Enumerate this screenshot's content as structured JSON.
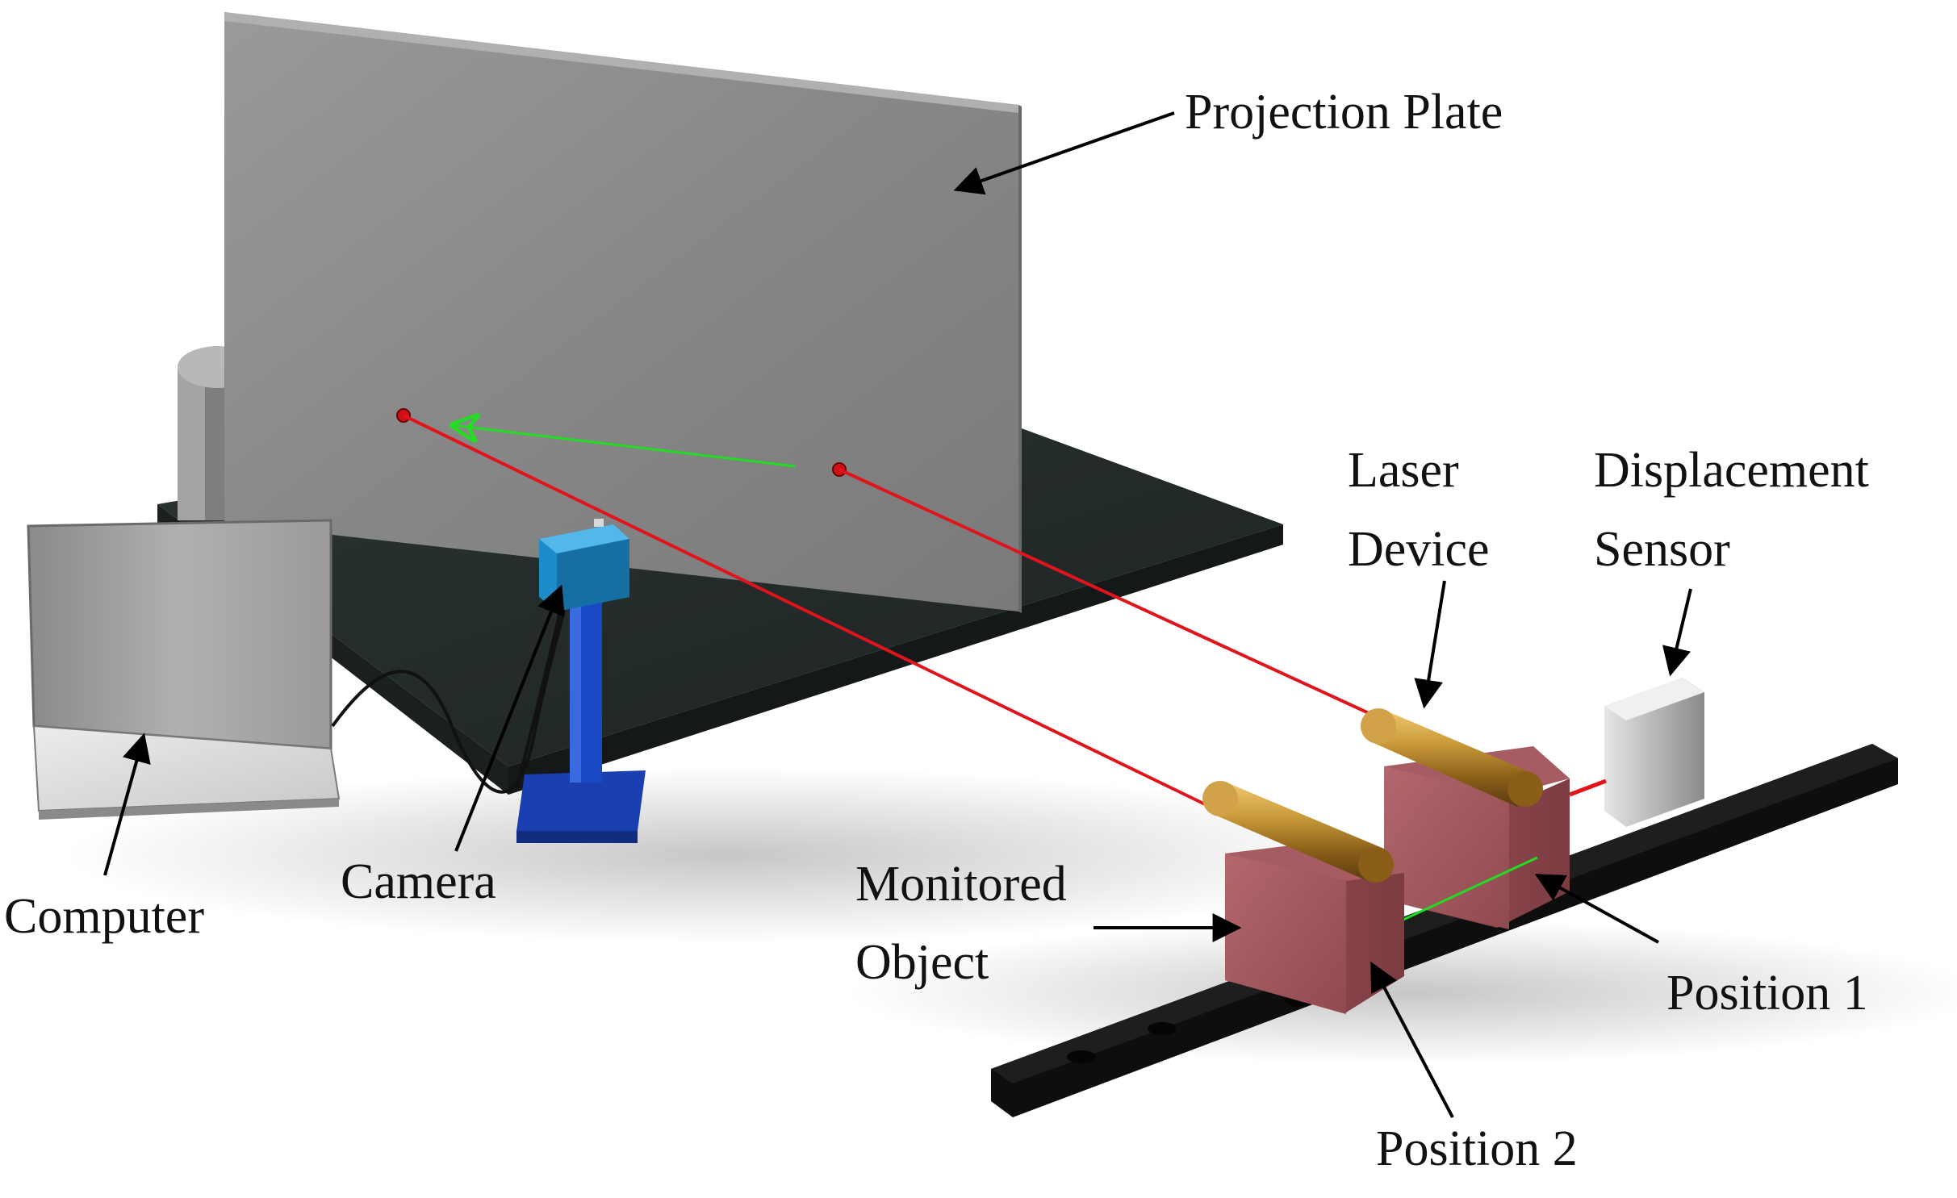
{
  "labels": {
    "projection_plate": "Projection Plate",
    "laser_device_line1": "Laser",
    "laser_device_line2": "Device",
    "displacement_sensor_line1": "Displacement",
    "displacement_sensor_line2": "Sensor",
    "monitored_object_line1": "Monitored",
    "monitored_object_line2": "Object",
    "camera": "Camera",
    "computer": "Computer",
    "position_1": "Position 1",
    "position_2": "Position 2"
  },
  "colors": {
    "laser_beam": "#e0141c",
    "displacement_arrow": "#22dd22",
    "plate": "#8c8c8c",
    "base_slab": "#232a2a",
    "rail": "#0e0e0e",
    "object_block": "#a85a60",
    "laser_cylinder": "#b8862a",
    "camera_body": "#1e8cc8",
    "camera_stand": "#1a3fb0",
    "sensor": "#b4b4b4"
  },
  "icons": {
    "computer": "laptop-icon",
    "camera": "camera-icon",
    "laser": "laser-cylinder-icon",
    "sensor": "displacement-sensor-icon"
  }
}
